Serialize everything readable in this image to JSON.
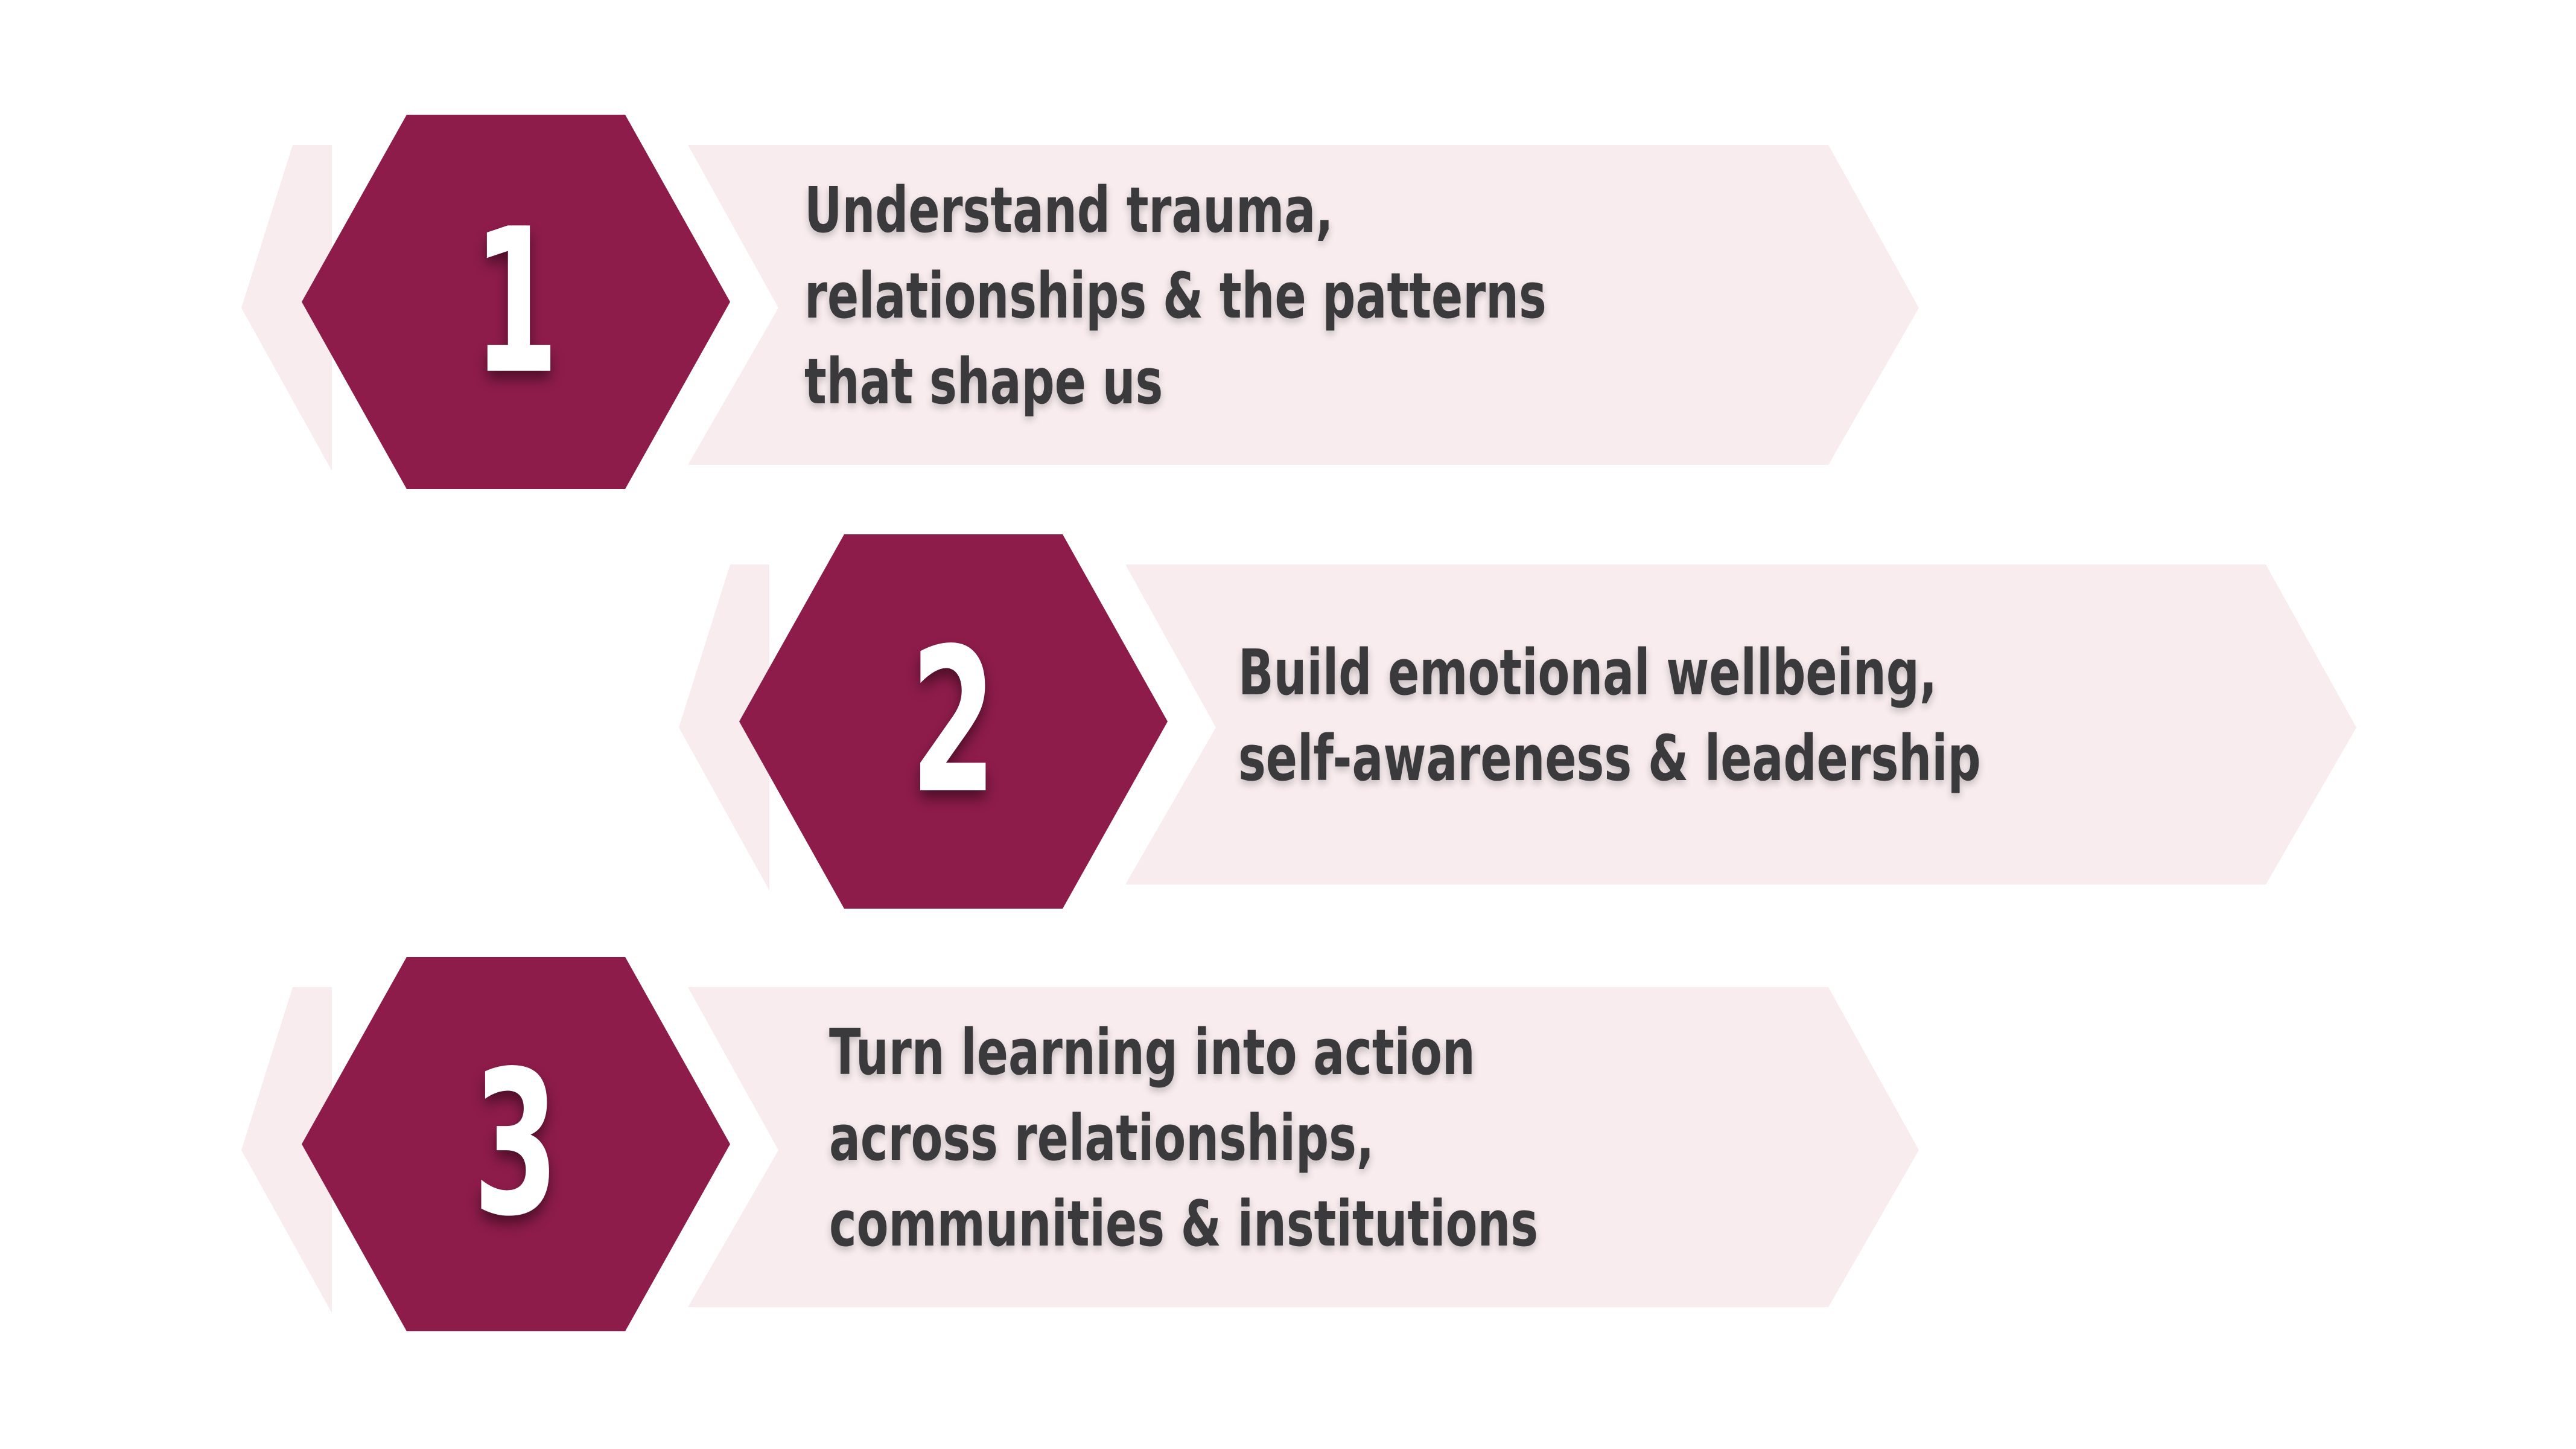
{
  "colors": {
    "hexagon_fill": "#8e1c4b",
    "band_fill": "#f8ecee",
    "number_text": "#ffffff",
    "label_text": "#3a3a3c",
    "background": "#ffffff"
  },
  "steps": [
    {
      "number": "1",
      "text": "Understand trauma, relationships & the patterns that shape us"
    },
    {
      "number": "2",
      "text": "Build emotional wellbeing, self-awareness & leadership"
    },
    {
      "number": "3",
      "text": "Turn learning into action across relationships, communities & institutions"
    }
  ]
}
